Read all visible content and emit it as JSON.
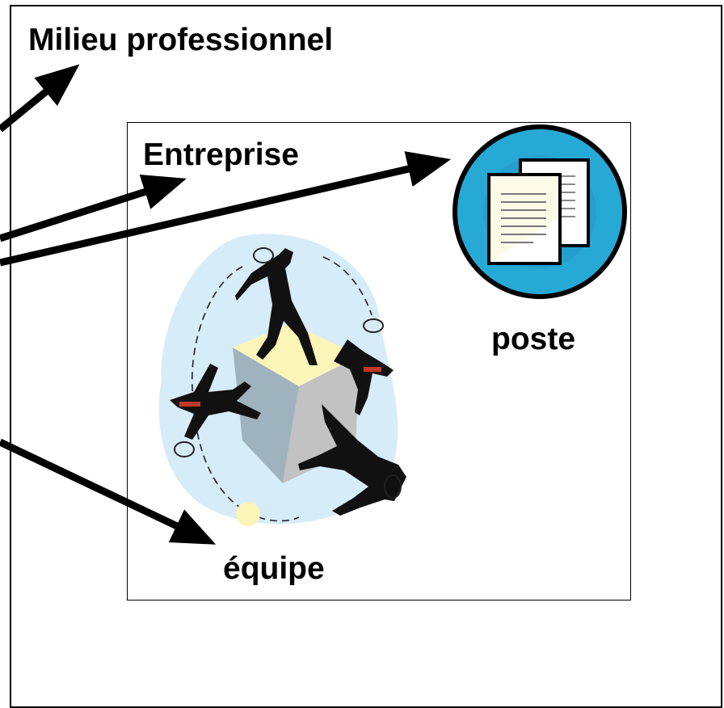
{
  "diagram": {
    "labels": {
      "milieu": "Milieu professionnel",
      "entreprise": "Entreprise",
      "poste": "poste",
      "equipe": "équipe"
    },
    "icons": {
      "poste": "document-pages-icon",
      "equipe": "teamwork-cube-clipart"
    },
    "colors": {
      "arrow": "#000000",
      "badge_fill": "#27a9d6",
      "badge_inner": "#1f8fc0",
      "oval": "#d6ecf8",
      "cube_top": "#fbf6b8",
      "cube_side": "#9fb3bf",
      "cube_front": "#c2c2c2"
    }
  }
}
